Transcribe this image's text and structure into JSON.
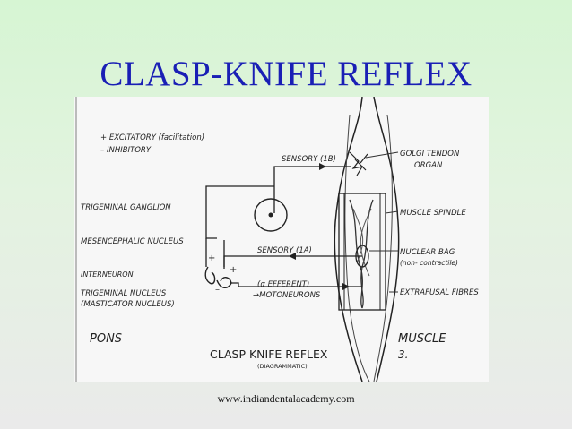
{
  "slide": {
    "title": "CLASP-KNIFE REFLEX",
    "footer": "www.indiandentalacademy.com"
  },
  "diagram": {
    "legend": {
      "excitatory": "+ EXCITATORY  (facilitation)",
      "inhibitory": "– INHIBITORY"
    },
    "labels": {
      "sensory_1b": "SENSORY (1B)",
      "golgi_tendon": "GOLGI  TENDON",
      "organ": "ORGAN",
      "trigeminal_ganglion": "TRIGEMINAL  GANGLION",
      "muscle_spindle": "MUSCLE SPINDLE",
      "mesencephalic_nucleus": "MESENCEPHALIC NUCLEUS",
      "sensory_1a": "SENSORY  (1A)",
      "nuclear_bag": "NUCLEAR BAG",
      "non_contractile": "(non- contractile)",
      "interneuron": "INTERNEURON",
      "efferent": "(α EFFERENT)",
      "motoneurons": "→MOTONEURONS",
      "extrafusal_fibres": "EXTRAFUSAL FIBRES",
      "trigeminal_nucleus": "TRIGEMINAL  NUCLEUS",
      "masticator_nucleus": "(MASTICATOR  NUCLEUS)",
      "pons": "PONS",
      "muscle": "MUSCLE",
      "fig_title": "CLASP  KNIFE  REFLEX",
      "fig_subtitle": "(DIAGRAMMATIC)",
      "fig_number": "3."
    },
    "signs": {
      "plus": "+",
      "minus": "–"
    }
  }
}
